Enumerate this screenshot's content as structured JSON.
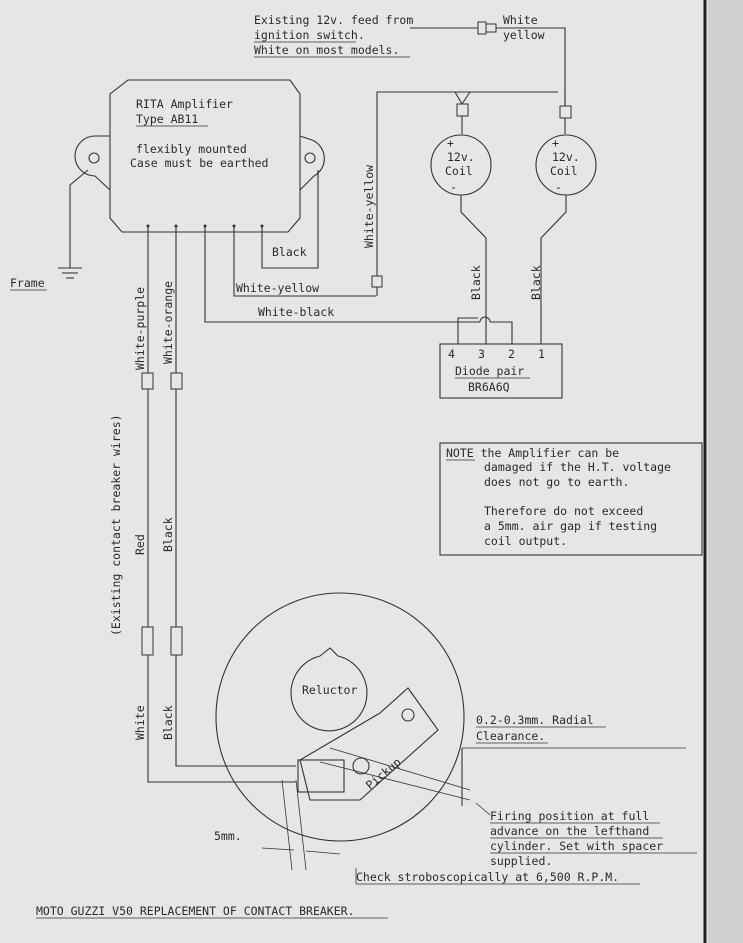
{
  "feed": {
    "line1": "Existing 12v. feed from",
    "line2": "ignition switch.",
    "line3": "White on most models."
  },
  "feed_wire": {
    "line1": "White",
    "line2": "yellow"
  },
  "amplifier": {
    "line1": "RITA Amplifier",
    "line2": "Type AB11",
    "line3": "flexibly mounted",
    "line4": "Case must be earthed"
  },
  "coil_left": {
    "plus": "+",
    "label1": "12v.",
    "label2": "Coil",
    "minus": "-"
  },
  "coil_right": {
    "plus": "+",
    "label1": "12v.",
    "label2": "Coil",
    "minus": "-"
  },
  "frame_label": "Frame",
  "wires": {
    "black": "Black",
    "white_yellow_h": "White-yellow",
    "white_black": "White-black",
    "white_yellow_v": "White-yellow",
    "coil_left_black": "Black",
    "coil_right_black": "Black",
    "white_purple": "White-purple",
    "white_orange": "White-orange",
    "red": "Red",
    "black_lower": "Black",
    "white_bottom": "White",
    "black_bottom": "Black",
    "breaker_note": "(Existing contact breaker wires)"
  },
  "diode": {
    "pin4": "4",
    "pin3": "3",
    "pin2": "2",
    "pin1": "1",
    "label1": "Diode pair",
    "label2": "BR6A6Q"
  },
  "note": {
    "line1": "NOTE the Amplifier can be",
    "line2": "damaged if the H.T. voltage",
    "line3": "does not go to earth.",
    "line4": "Therefore do not exceed",
    "line5": "a 5mm. air gap if testing",
    "line6": "coil output."
  },
  "reluctor": "Reluctor",
  "pickup": "Pickup",
  "clearance": {
    "line1": "0.2-0.3mm. Radial",
    "line2": "Clearance."
  },
  "firing": {
    "line1": "Firing position at full",
    "line2": "advance on the lefthand",
    "line3": "cylinder.  Set with spacer",
    "line4": "supplied."
  },
  "gap_label": "5mm.",
  "strobe": "Check stroboscopically at 6,500 R.P.M.",
  "footer": "MOTO GUZZI V50 REPLACEMENT OF CONTACT BREAKER."
}
